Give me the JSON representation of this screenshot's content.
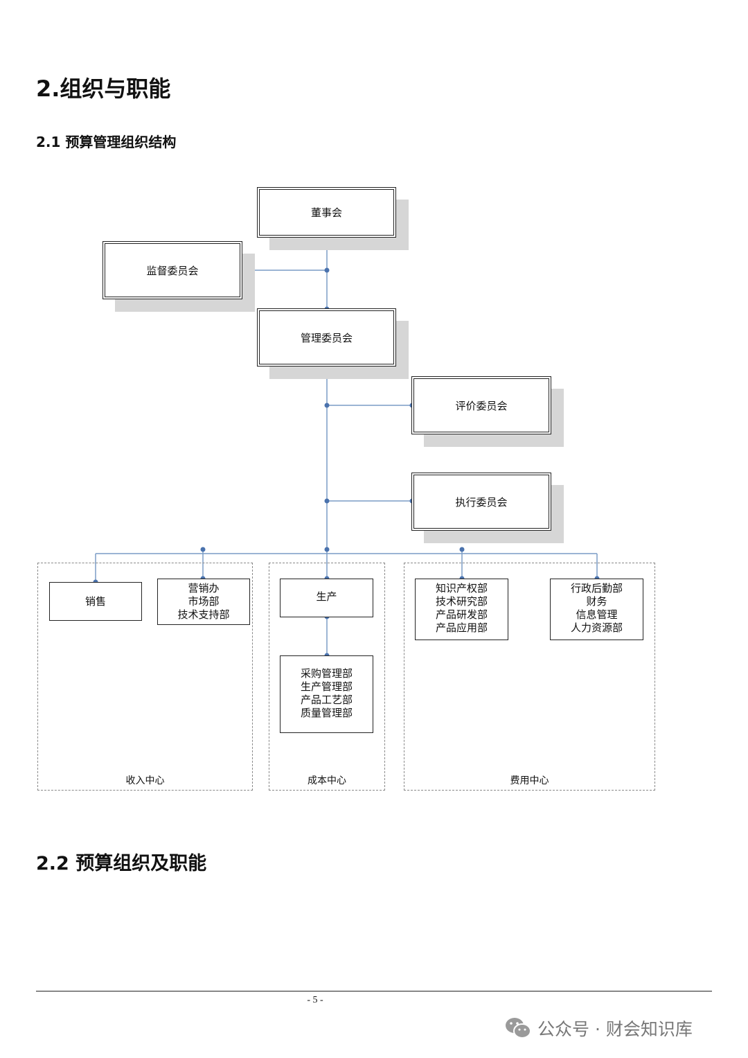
{
  "heading": "2.组织与职能",
  "subheading": "2.1 预算管理组织结构",
  "heading2": "2.2 预算组织及职能",
  "org": {
    "board": "董事会",
    "supervisory": "监督委员会",
    "management": "管理委员会",
    "evaluation": "评价委员会",
    "execution": "执行委员会",
    "revenue_center": {
      "label": "收入中心",
      "sales": [
        "销售"
      ],
      "marketing": [
        "营销办",
        "市场部",
        "技术支持部"
      ]
    },
    "cost_center": {
      "label": "成本中心",
      "production": [
        "生产"
      ],
      "production_depts": [
        "采购管理部",
        "生产管理部",
        "产品工艺部",
        "质量管理部"
      ]
    },
    "expense_center": {
      "label": "费用中心",
      "tech_depts": [
        "知识产权部",
        "技术研究部",
        "产品研发部",
        "产品应用部"
      ],
      "admin_depts": [
        "行政后勤部",
        "财务",
        "信息管理",
        "人力资源部"
      ]
    }
  },
  "footer": {
    "page_number": "- 5 -",
    "watermark": "公众号 · 财会知识库"
  }
}
